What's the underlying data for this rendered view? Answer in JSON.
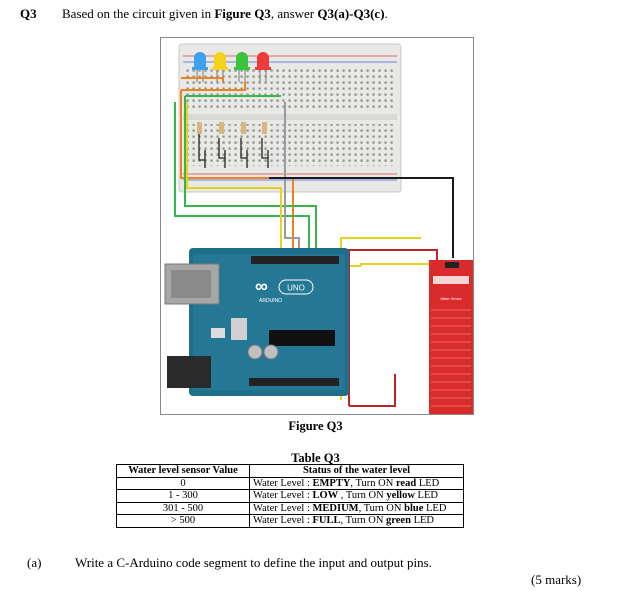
{
  "question": {
    "number": "Q3",
    "text_prefix": "Based on the circuit given in ",
    "text_bold": "Figure Q3",
    "text_suffix": ", answer ",
    "text_range": "Q3(a)-Q3(c)",
    "text_end": "."
  },
  "figure": {
    "caption": "Figure Q3",
    "board_logo": "UNO",
    "board_sublabel": "ARDUINO",
    "sensor_label": "Water Sensor",
    "colors": {
      "breadboard": "#e8e8e6",
      "board": "#1e6f8c",
      "sensor": "#d92b2b",
      "wire_orange": "#f0821e",
      "wire_green": "#38b54a",
      "wire_yellow": "#e8d21c",
      "wire_black": "#1a1a1a",
      "wire_red": "#c0242a",
      "wire_gray": "#9a9a9a",
      "led_blue": "#3fa0f0",
      "led_yellow": "#f4d21a",
      "led_green": "#3cc33c",
      "led_red": "#ee3a3a"
    }
  },
  "table": {
    "caption": "Table Q3",
    "headers": [
      "Water level sensor  Value",
      "Status of the water level"
    ],
    "rows": [
      {
        "value": "0",
        "pre": "Water Level : ",
        "level": "EMPTY",
        "mid": ",  Turn ON ",
        "led": "read",
        "post": " LED"
      },
      {
        "value": "1 - 300",
        "pre": "Water Level : ",
        "level": "LOW",
        "mid": " , Turn ON ",
        "led": "yellow",
        "post": " LED"
      },
      {
        "value": "301 - 500",
        "pre": "Water Level : ",
        "level": "MEDIUM",
        "mid": ",  Turn ON ",
        "led": "blue",
        "post": " LED"
      },
      {
        "value": "> 500",
        "pre": "Water Level : ",
        "level": "FULL",
        "mid": ",  Turn ON ",
        "led": "green",
        "post": " LED"
      }
    ]
  },
  "part_a": {
    "label": "(a)",
    "text": "Write a C-Arduino code segment to define the input and output pins.",
    "marks": "(5 marks)"
  }
}
